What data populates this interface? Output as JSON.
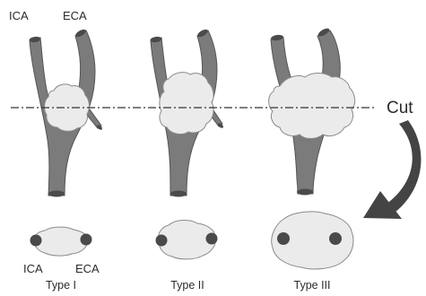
{
  "labels": {
    "ica_top": "ICA",
    "eca_top": "ECA",
    "cut": "Cut",
    "ica_bottom": "ICA",
    "eca_bottom": "ECA"
  },
  "types": [
    "Type I",
    "Type II",
    "Type III"
  ],
  "colors": {
    "vessel": "#7b7b7b",
    "vessel_edge": "#555555",
    "vessel_end": "#4a4a4a",
    "tumor": "#ebebeb",
    "tumor_edge": "#8a8a8a",
    "lumen": "#4a4a4a",
    "arrow": "#444444",
    "cut_line": "#333333"
  }
}
